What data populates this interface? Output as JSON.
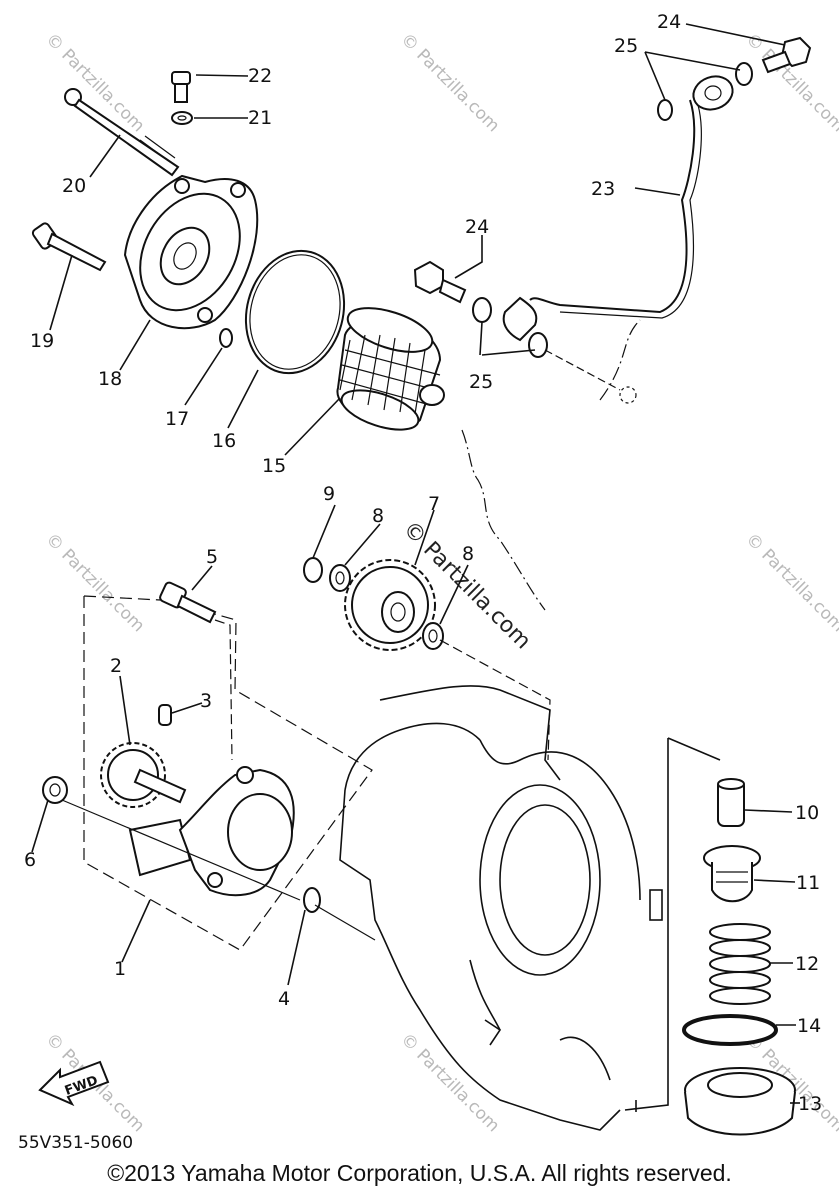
{
  "diagram": {
    "callouts": {
      "p1": "1",
      "p2": "2",
      "p3": "3",
      "p4": "4",
      "p5": "5",
      "p6": "6",
      "p7": "7",
      "p8a": "8",
      "p8b": "8",
      "p9": "9",
      "p10": "10",
      "p11": "11",
      "p12": "12",
      "p13": "13",
      "p14": "14",
      "p15": "15",
      "p16": "16",
      "p17": "17",
      "p18": "18",
      "p19": "19",
      "p20": "20",
      "p21": "21",
      "p22": "22",
      "p23": "23",
      "p24a": "24",
      "p24b": "24",
      "p25a": "25",
      "p25b": "25"
    },
    "fwd_label": "FWD",
    "part_code": "55V351-5060",
    "watermark": "© Partzilla.com"
  },
  "footer": {
    "copyright": "©2013 Yamaha Motor Corporation, U.S.A. All rights reserved."
  }
}
